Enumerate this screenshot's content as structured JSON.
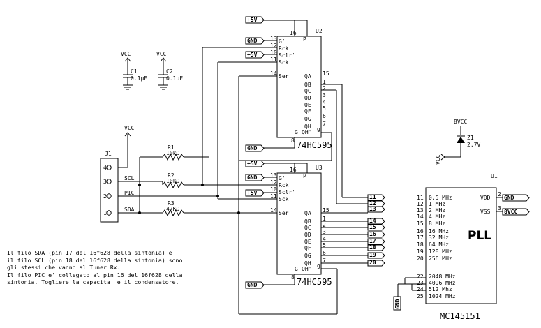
{
  "u2": {
    "ref": "U2",
    "part": "74HC595",
    "pins_left": [
      "G'",
      "Rck",
      "Sclr'",
      "Sck",
      "Ser"
    ],
    "pins_left_num": [
      "13",
      "12",
      "10",
      "11",
      "14"
    ],
    "pins_top": [
      "16",
      "P"
    ],
    "outputs": [
      "QA",
      "QB",
      "QC",
      "QD",
      "QE",
      "QF",
      "QG",
      "QH"
    ],
    "outputs_num": [
      "15",
      "1",
      "2",
      "3",
      "4",
      "5",
      "6",
      "7"
    ],
    "gnd_pin_label": "G",
    "gnd_pin_num": "8",
    "qh2_label": "QH'",
    "qh2_num": "9"
  },
  "u3": {
    "ref": "U3",
    "part": "74HC595",
    "pins_left": [
      "G'",
      "Rck",
      "Sclr'",
      "Sck",
      "Ser"
    ],
    "pins_left_num": [
      "13",
      "12",
      "10",
      "11",
      "14"
    ],
    "pins_top": [
      "16",
      "P"
    ],
    "outputs": [
      "QA",
      "QB",
      "QC",
      "QD",
      "QE",
      "QF",
      "QG",
      "QH"
    ],
    "outputs_num": [
      "15",
      "1",
      "2",
      "3",
      "4",
      "5",
      "6",
      "7"
    ],
    "gnd_pin_label": "G",
    "gnd_pin_num": "8",
    "qh2_label": "QH'",
    "qh2_num": "9"
  },
  "u1": {
    "ref": "U1",
    "part": "MC145151",
    "center_label": "PLL",
    "vdd_label": "VDD",
    "vdd_num": "2",
    "vss_label": "VSS",
    "vss_num": "3",
    "freq_pins": [
      {
        "num": "11",
        "label": "0,5 MHz"
      },
      {
        "num": "12",
        "label": "1 MHz"
      },
      {
        "num": "13",
        "label": "2 MHz"
      },
      {
        "num": "14",
        "label": "4 MHz"
      },
      {
        "num": "15",
        "label": "8 MHz"
      },
      {
        "num": "16",
        "label": "16 MHz"
      },
      {
        "num": "17",
        "label": "32 MHz"
      },
      {
        "num": "18",
        "label": "64 MHz"
      },
      {
        "num": "19",
        "label": "128 MHz"
      },
      {
        "num": "20",
        "label": "256 MHz"
      },
      {
        "num": "22",
        "label": "2048 MHz"
      },
      {
        "num": "23",
        "label": "4096 MHz"
      },
      {
        "num": "24",
        "label": "512 Mhz"
      },
      {
        "num": "25",
        "label": "1024 MHz"
      }
    ]
  },
  "power": {
    "plus5v": "+5V",
    "gnd": "GND",
    "vcc": "VCC",
    "v8": "8VCC"
  },
  "caps": [
    {
      "ref": "C1",
      "value": "0.1µF"
    },
    {
      "ref": "C2",
      "value": "0.1µF"
    }
  ],
  "zener": {
    "ref": "Z1",
    "value": "2.7V"
  },
  "j1": {
    "ref": "J1",
    "pins": [
      "4",
      "3",
      "2",
      "1"
    ]
  },
  "resistors": [
    {
      "ref": "R1",
      "value": "10kΩ"
    },
    {
      "ref": "R2",
      "value": "10kΩ"
    },
    {
      "ref": "R3",
      "value": "47KΩ"
    }
  ],
  "nets": {
    "scl": "SCL",
    "pic": "PIC",
    "sda": "SDA"
  },
  "bus_u2": [
    "11",
    "12",
    "13"
  ],
  "bus_u3": [
    "14",
    "15",
    "16",
    "17",
    "18",
    "19",
    "20"
  ],
  "note_lines": [
    "Il filo SDA (pin 17 del 16f628 della sintonia) e",
    "il filo SCL (pin 18 del 16f628 della sintonia) sono",
    "gli stessi che vanno al Tuner Rx.",
    "Il filo PIC e' collegato al pin 16 del 16f628 della",
    "sintonia. Togliere la capacita' e il condensatore."
  ]
}
